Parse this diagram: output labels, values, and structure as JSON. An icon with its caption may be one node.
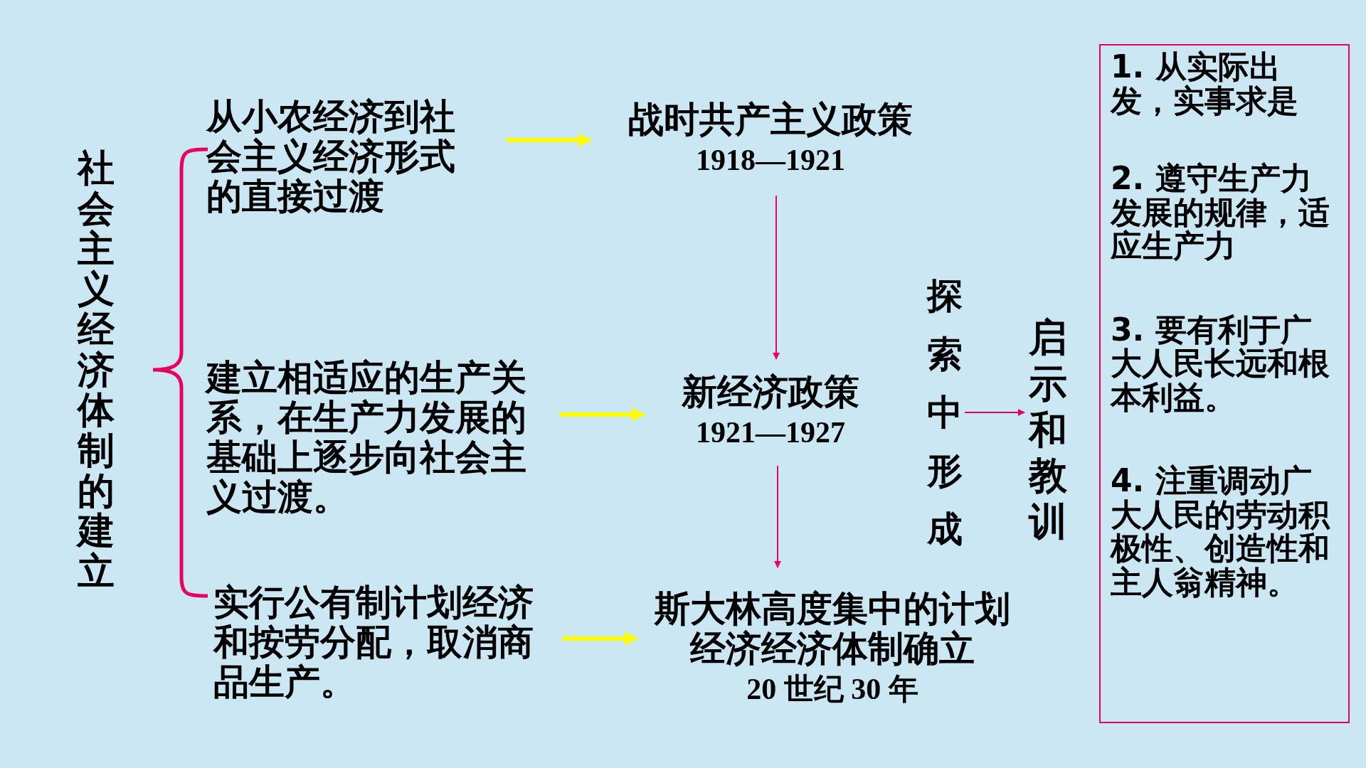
{
  "diagram": {
    "nodes": [
      {
        "text": [
          "社会主义经济体制的建立"
        ]
      },
      {
        "text": [
          "从小农经济到社会主义经济形式的直接过渡"
        ]
      },
      {
        "text": [
          "建立相适应的生产关系，在生产力发展的基础上逐步向社会主义过渡。"
        ]
      },
      {
        "text": [
          "实行公有制计划经济和按劳分配，取消商品生产。"
        ]
      },
      {
        "text": [
          "战时共产主义政策",
          "1918—1921"
        ]
      },
      {
        "text": [
          "新经济政策",
          "1921—1927"
        ]
      },
      {
        "text": [
          "斯大林高度集中的计划经济经济体制确立",
          "20 世纪 30 年"
        ]
      },
      {
        "text": [
          "探索中形成"
        ]
      },
      {
        "text": [
          "启示和教训"
        ]
      },
      {
        "text": [
          "1. 从实际出发，实事求是",
          "2. 遵守生产力发展的规律，适应生产力",
          "3. 要有利于广大人民长远和根本利益。",
          "4. 注重调动广大人民的劳动积极性、创造性和主人翁精神。"
        ]
      }
    ],
    "edges": [
      {
        "from": 1,
        "to": 4,
        "arrow": "to",
        "style": "thick",
        "color": "#ffff00"
      },
      {
        "from": 2,
        "to": 5,
        "arrow": "to",
        "style": "thick",
        "color": "#ffff00"
      },
      {
        "from": 3,
        "to": 6,
        "arrow": "to",
        "style": "thick",
        "color": "#ffff00"
      },
      {
        "from": 4,
        "to": 5,
        "arrow": "to",
        "color": "#e8005e"
      },
      {
        "from": 5,
        "to": 6,
        "arrow": "to",
        "color": "#e8005e"
      },
      {
        "from": 7,
        "to": 8,
        "arrow": "to",
        "color": "#e8005e"
      }
    ]
  }
}
